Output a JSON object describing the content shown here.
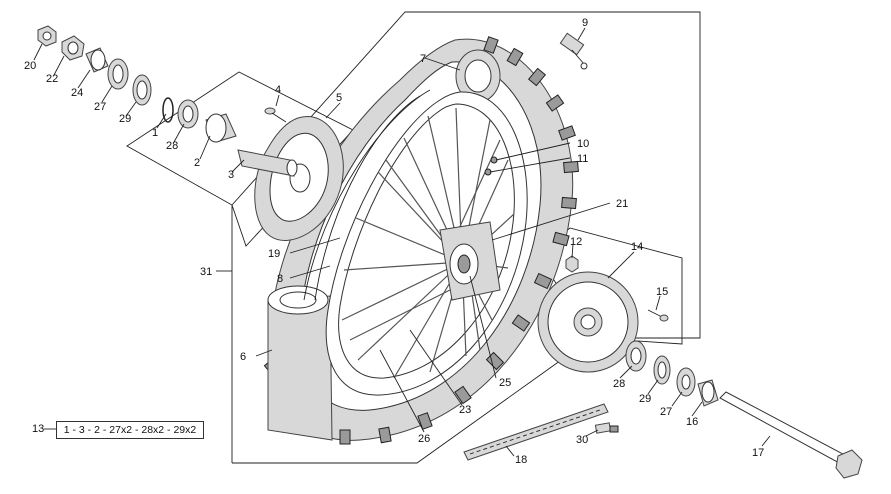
{
  "diagram": {
    "callouts": [
      {
        "id": "c1",
        "text": "1"
      },
      {
        "id": "c2",
        "text": "2"
      },
      {
        "id": "c3",
        "text": "3"
      },
      {
        "id": "c4",
        "text": "4"
      },
      {
        "id": "c5",
        "text": "5"
      },
      {
        "id": "c6",
        "text": "6"
      },
      {
        "id": "c7",
        "text": "7"
      },
      {
        "id": "c8",
        "text": "8"
      },
      {
        "id": "c9",
        "text": "9"
      },
      {
        "id": "c10",
        "text": "10"
      },
      {
        "id": "c11",
        "text": "11"
      },
      {
        "id": "c12",
        "text": "12"
      },
      {
        "id": "c14",
        "text": "14"
      },
      {
        "id": "c15",
        "text": "15"
      },
      {
        "id": "c16",
        "text": "16"
      },
      {
        "id": "c17",
        "text": "17"
      },
      {
        "id": "c18",
        "text": "18"
      },
      {
        "id": "c19",
        "text": "19"
      },
      {
        "id": "c20",
        "text": "20"
      },
      {
        "id": "c21",
        "text": "21"
      },
      {
        "id": "c22",
        "text": "22"
      },
      {
        "id": "c23",
        "text": "23"
      },
      {
        "id": "c24",
        "text": "24"
      },
      {
        "id": "c25",
        "text": "25"
      },
      {
        "id": "c26",
        "text": "26"
      },
      {
        "id": "c27a",
        "text": "27"
      },
      {
        "id": "c27b",
        "text": "27"
      },
      {
        "id": "c28a",
        "text": "28"
      },
      {
        "id": "c28b",
        "text": "28"
      },
      {
        "id": "c29a",
        "text": "29"
      },
      {
        "id": "c29b",
        "text": "29"
      },
      {
        "id": "c30",
        "text": "30"
      },
      {
        "id": "c31",
        "text": "31"
      }
    ],
    "kit": {
      "number": "13",
      "contents": "1 - 3 - 2 - 27x2 - 28x2 - 29x2"
    }
  }
}
